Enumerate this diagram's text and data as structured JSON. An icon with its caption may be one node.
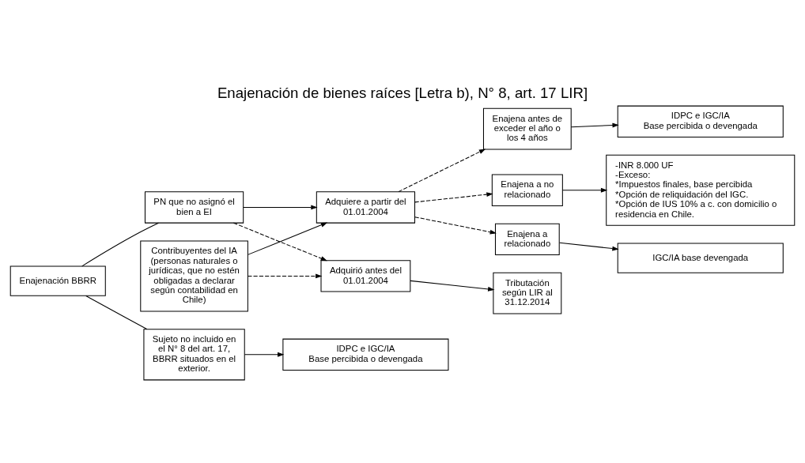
{
  "diagram": {
    "title": "Enajenación de bienes raíces [Letra b), N° 8, art. 17 LIR]",
    "nodes": [
      {
        "text": [
          "Enajenación BBRR"
        ]
      },
      {
        "text": [
          "Sujeto no incluido en el N° 8 del art. 17, BBRR situados en el exterior."
        ]
      },
      {
        "text": [
          "IDPC e IGC/IA",
          "Base percibida o devengada"
        ]
      },
      {
        "text": [
          "PN que no asignó el bien a EI"
        ]
      },
      {
        "text": [
          "Contribuyentes del IA (personas naturales o jurídicas, que no estén obligadas a declarar según contabilidad en Chile)"
        ]
      },
      {
        "text": [
          "Adquirió antes del 01.01.2004"
        ]
      },
      {
        "text": [
          "Tributación según LIR al 31.12.2014"
        ]
      },
      {
        "text": [
          "Adquiere a partir del 01.01.2004"
        ]
      },
      {
        "text": [
          "Enajena antes de exceder el año o los 4 años"
        ]
      },
      {
        "text": [
          "IDPC e IGC/IA",
          "Base percibida o devengada"
        ]
      },
      {
        "text": [
          "Enajena a no relacionado"
        ]
      },
      {
        "text": [
          "-INR 8.000 UF",
          "-Exceso:",
          "*Impuestos finales, base percibida",
          "*Opción de reliquidación del IGC.",
          "*Opción de IUS 10% a c. con domicilio o residencia en Chile."
        ]
      },
      {
        "text": [
          "Enajena a relacionado"
        ]
      },
      {
        "text": [
          "IGC/IA base devengada"
        ]
      }
    ],
    "edges": [
      {
        "from": 0,
        "to": 1,
        "arrow": "none"
      },
      {
        "from": 0,
        "to": 3,
        "arrow": "none"
      },
      {
        "from": 1,
        "to": 2,
        "arrow": "to"
      },
      {
        "from": 3,
        "to": 5,
        "arrow": "to",
        "style": "dashed"
      },
      {
        "from": 3,
        "to": 7,
        "arrow": "to"
      },
      {
        "from": 4,
        "to": 5,
        "arrow": "to",
        "style": "dashed"
      },
      {
        "from": 4,
        "to": 7,
        "arrow": "to"
      },
      {
        "from": 5,
        "to": 6,
        "arrow": "to"
      },
      {
        "from": 7,
        "to": 8,
        "arrow": "to",
        "style": "dashed"
      },
      {
        "from": 7,
        "to": 10,
        "arrow": "to",
        "style": "dashed"
      },
      {
        "from": 7,
        "to": 12,
        "arrow": "to",
        "style": "dashed"
      },
      {
        "from": 8,
        "to": 9,
        "arrow": "to"
      },
      {
        "from": 10,
        "to": 11,
        "arrow": "to"
      },
      {
        "from": 12,
        "to": 13,
        "arrow": "to"
      }
    ]
  }
}
